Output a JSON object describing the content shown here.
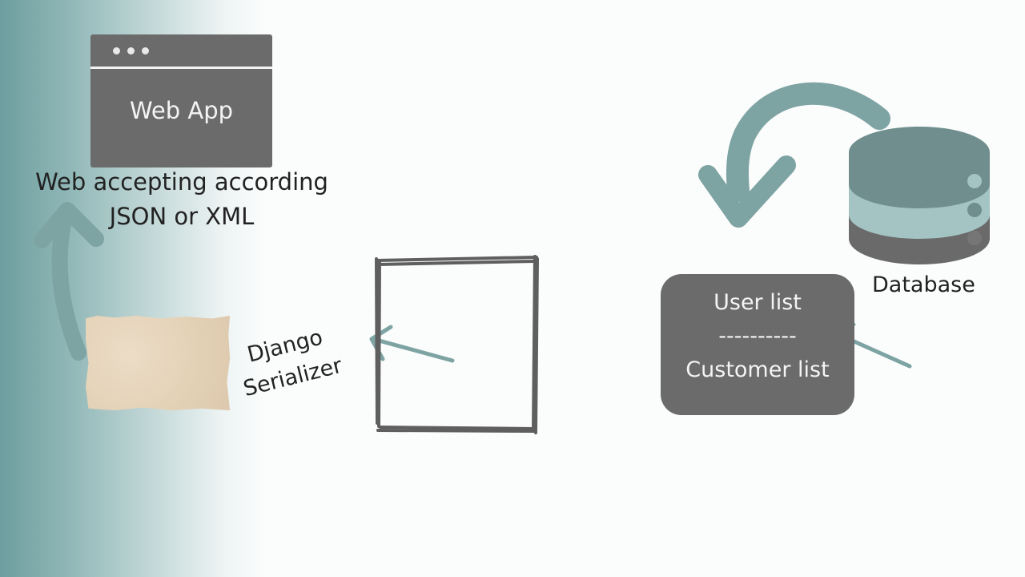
{
  "web_app": {
    "title": "Web App",
    "caption_line1": "Web accepting according",
    "caption_line2": "JSON or XML"
  },
  "serializer": {
    "line1": "Django",
    "line2": "Serializer"
  },
  "lists_box": {
    "line1": "User list",
    "line2": "----------",
    "line3": "Customer list"
  },
  "database": {
    "label": "Database"
  },
  "colors": {
    "arrow": "#7ea3a3",
    "box_gray": "#6b6b6b",
    "db_top": "#6f8e8d",
    "db_middle": "#a4c4c3",
    "db_bottom": "#6a6a6a",
    "paper": "#e8d7bf",
    "sketch_frame": "#5f5f5f"
  }
}
